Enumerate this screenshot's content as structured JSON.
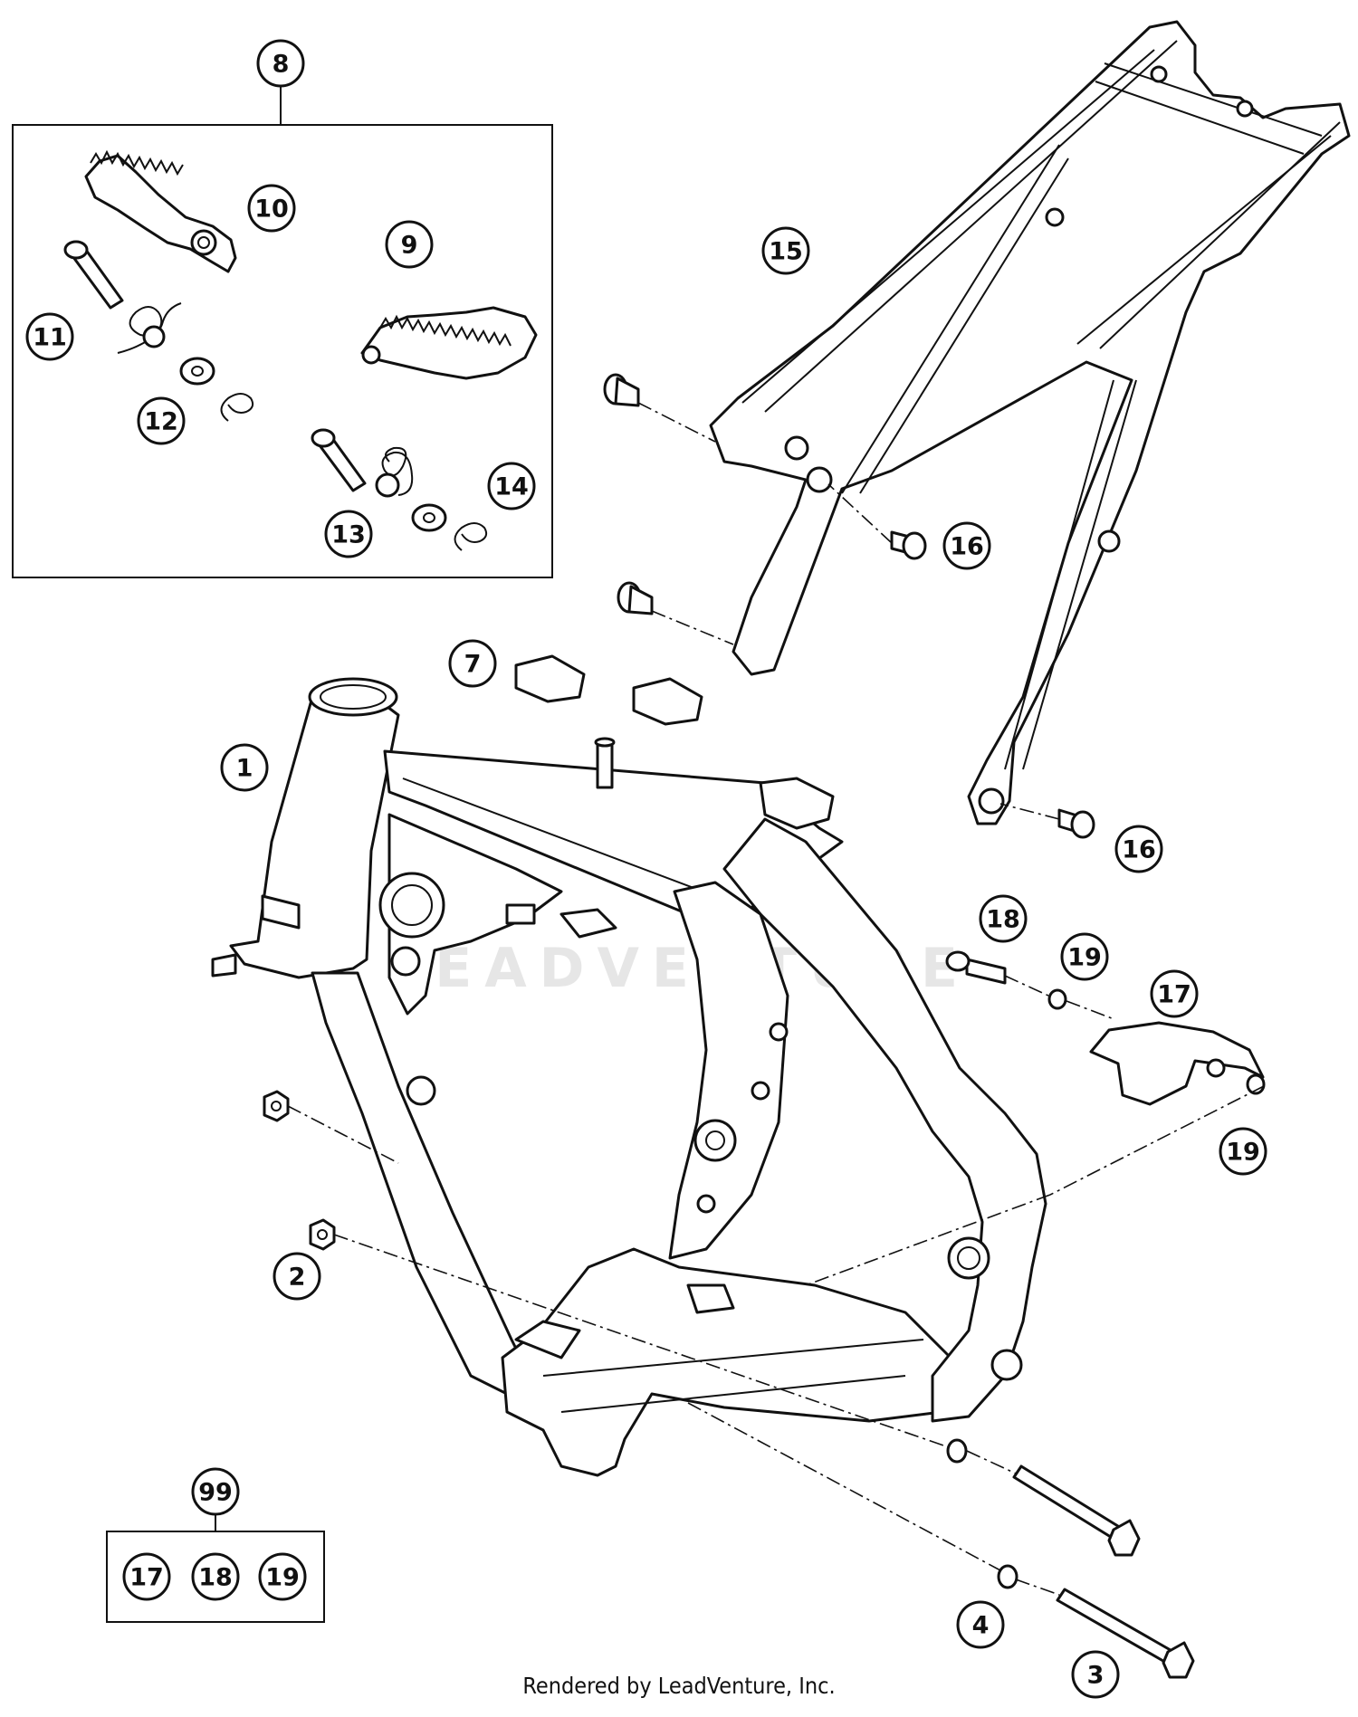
{
  "watermark": "LEADVENTURE",
  "footer": "Rendered by LeadVenture, Inc.",
  "callouts": [
    {
      "id": "c8",
      "label": "8"
    },
    {
      "id": "c10",
      "label": "10"
    },
    {
      "id": "c9",
      "label": "9"
    },
    {
      "id": "c11",
      "label": "11"
    },
    {
      "id": "c12",
      "label": "12"
    },
    {
      "id": "c13",
      "label": "13"
    },
    {
      "id": "c14",
      "label": "14"
    },
    {
      "id": "c15",
      "label": "15"
    },
    {
      "id": "c16a",
      "label": "16"
    },
    {
      "id": "c16b",
      "label": "16"
    },
    {
      "id": "c7",
      "label": "7"
    },
    {
      "id": "c1",
      "label": "1"
    },
    {
      "id": "c18",
      "label": "18"
    },
    {
      "id": "c19a",
      "label": "19"
    },
    {
      "id": "c17",
      "label": "17"
    },
    {
      "id": "c19b",
      "label": "19"
    },
    {
      "id": "c2",
      "label": "2"
    },
    {
      "id": "c99",
      "label": "99"
    },
    {
      "id": "c17k",
      "label": "17"
    },
    {
      "id": "c18k",
      "label": "18"
    },
    {
      "id": "c19k",
      "label": "19"
    },
    {
      "id": "c4",
      "label": "4"
    },
    {
      "id": "c3",
      "label": "3"
    }
  ]
}
